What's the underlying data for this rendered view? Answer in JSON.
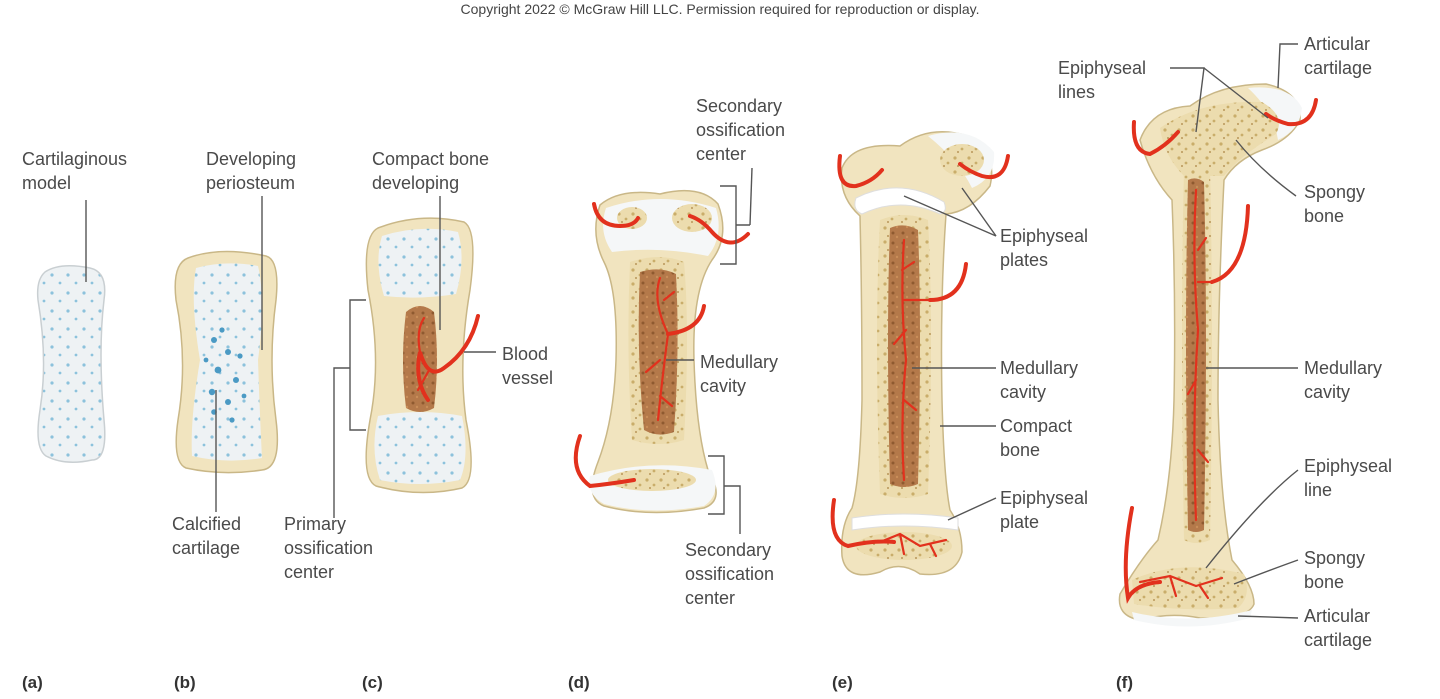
{
  "copyright": "Copyright 2022 © McGraw Hill LLC. Permission required for reproduction or display.",
  "colors": {
    "cartilage": "#eaeef0",
    "bone": "#f1e4bf",
    "bone_edge": "#c9b787",
    "spongy": "#e3cf96",
    "marrow": "#b07a45",
    "vessel": "#e2311d",
    "cell_blue": "#5aa6cc"
  },
  "panels": {
    "a": {
      "tag": "(a)",
      "labels": {
        "cartilaginous_model": [
          "Cartilaginous",
          "model"
        ]
      }
    },
    "b": {
      "tag": "(b)",
      "labels": {
        "developing_periosteum": [
          "Developing",
          "periosteum"
        ],
        "calcified_cartilage": [
          "Calcified",
          "cartilage"
        ]
      }
    },
    "c": {
      "tag": "(c)",
      "labels": {
        "compact_bone_developing": [
          "Compact bone",
          "developing"
        ],
        "blood_vessel": [
          "Blood",
          "vessel"
        ],
        "primary_ossification_center": [
          "Primary",
          "ossification",
          "center"
        ]
      }
    },
    "d": {
      "tag": "(d)",
      "labels": {
        "secondary_ossification_center_top": [
          "Secondary",
          "ossification",
          "center"
        ],
        "medullary_cavity": [
          "Medullary",
          "cavity"
        ],
        "secondary_ossification_center_bottom": [
          "Secondary",
          "ossification",
          "center"
        ]
      }
    },
    "e": {
      "tag": "(e)",
      "labels": {
        "epiphyseal_plates": [
          "Epiphyseal",
          "plates"
        ],
        "medullary_cavity": [
          "Medullary",
          "cavity"
        ],
        "compact_bone": [
          "Compact",
          "bone"
        ],
        "epiphyseal_plate": [
          "Epiphyseal",
          "plate"
        ]
      }
    },
    "f": {
      "tag": "(f)",
      "labels": {
        "epiphyseal_lines": [
          "Epiphyseal",
          "lines"
        ],
        "articular_cartilage_top": [
          "Articular",
          "cartilage"
        ],
        "spongy_bone_top": [
          "Spongy",
          "bone"
        ],
        "medullary_cavity": [
          "Medullary",
          "cavity"
        ],
        "epiphyseal_line": [
          "Epiphyseal",
          "line"
        ],
        "spongy_bone_bottom": [
          "Spongy",
          "bone"
        ],
        "articular_cartilage_bottom": [
          "Articular",
          "cartilage"
        ]
      }
    }
  }
}
